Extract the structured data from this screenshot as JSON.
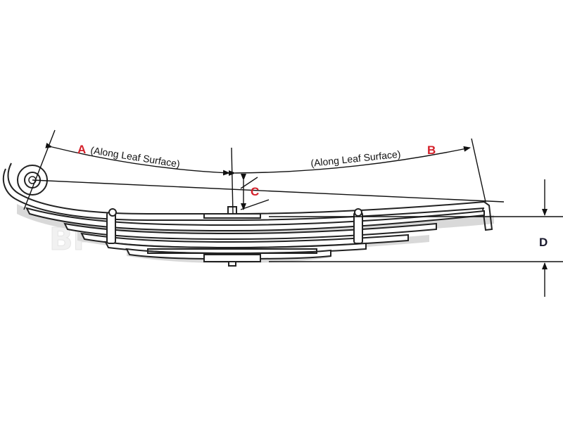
{
  "diagram": {
    "labels": {
      "a": "A",
      "b": "B",
      "c": "C",
      "d": "D",
      "a_note": "(Along Leaf Surface)",
      "b_note": "(Along Leaf Surface)"
    },
    "watermark": "BP",
    "colors": {
      "dimension_letter": "#d4202a",
      "outline": "#222222",
      "shadow": "#d9d9d9"
    }
  }
}
